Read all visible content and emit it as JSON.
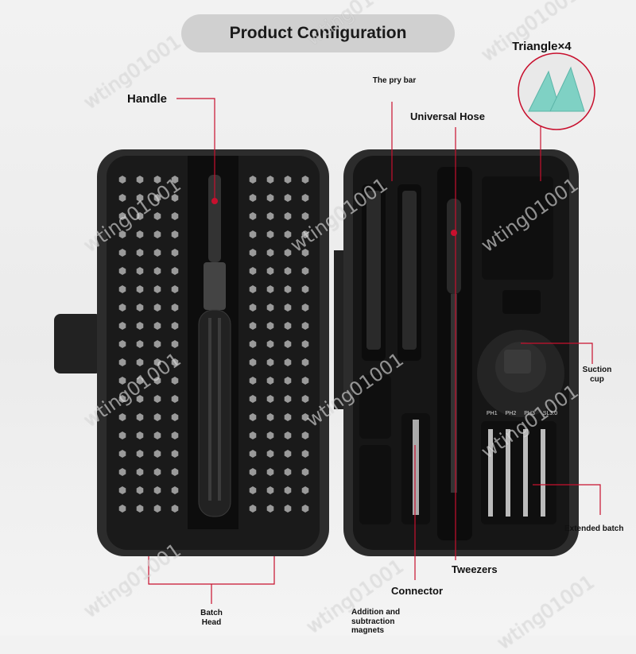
{
  "title": "Product Configuration",
  "labels": {
    "handle": "Handle",
    "pry_bar": "The pry bar",
    "universal_hose": "Universal Hose",
    "triangle": "Triangle×4",
    "suction_cup": "Suction cup",
    "extended_batch": "Extended batch",
    "tweezers": "Tweezers",
    "connector": "Connector",
    "batch_head": "Batch Head",
    "magnets": "Addition and subtraction magnets"
  },
  "bit_labels": [
    "PH1",
    "PH2",
    "PH3",
    "SL3.0"
  ],
  "watermark": "wting01001",
  "colors": {
    "case": "#2b2b2b",
    "tray": "#141414",
    "leader_line": "#c8102e",
    "triangle_fill": "#7fd1c4",
    "pill": "#d0d0d0"
  }
}
